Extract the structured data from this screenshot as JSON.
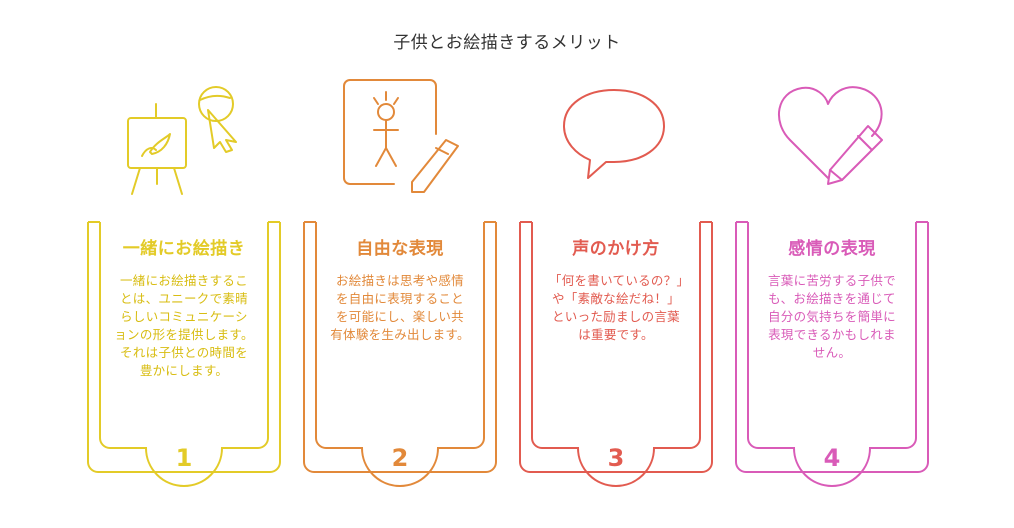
{
  "page": {
    "title": "子供とお絵描きするメリット"
  },
  "cards": [
    {
      "title": "一緒にお絵描き",
      "body": "一緒にお絵描きすることは、ユニークで素晴らしいコミュニケーションの形を提供します。それは子供との時間を豊かにします。",
      "number": "1",
      "color": "#E3CB28",
      "icon": "easel-teaching-icon"
    },
    {
      "title": "自由な表現",
      "body": "お絵描きは思考や感情を自由に表現することを可能にし、楽しい共有体験を生み出します。",
      "number": "2",
      "color": "#E2893A",
      "icon": "drawing-pencil-icon"
    },
    {
      "title": "声のかけ方",
      "body": "「何を書いているの？」や「素敵な絵だね！」といった励ましの言葉は重要です。",
      "number": "3",
      "color": "#E25B50",
      "icon": "speech-bubble-icon"
    },
    {
      "title": "感情の表現",
      "body": "言葉に苦労する子供でも、お絵描きを通じて自分の気持ちを簡単に表現できるかもしれません。",
      "number": "4",
      "color": "#D95BB8",
      "icon": "heart-pencil-icon"
    }
  ]
}
